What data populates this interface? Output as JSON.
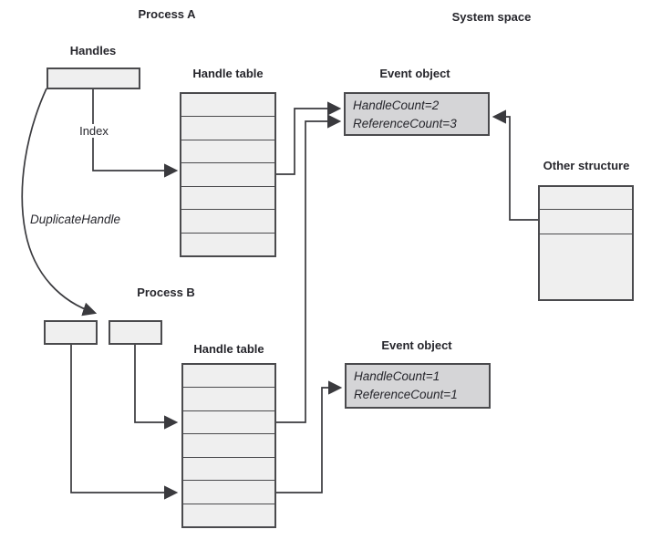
{
  "titles": {
    "process_a": "Process A",
    "system_space": "System space",
    "process_b": "Process B"
  },
  "labels": {
    "handles": "Handles",
    "index": "Index",
    "duplicate_handle": "DuplicateHandle",
    "other_structure": "Other structure"
  },
  "tables": {
    "a": {
      "label": "Handle table",
      "rows": 7
    },
    "b": {
      "label": "Handle table",
      "rows": 7
    }
  },
  "event_a": {
    "label": "Event object",
    "handle_count": "HandleCount=2",
    "reference_count": "ReferenceCount=3"
  },
  "event_b": {
    "label": "Event object",
    "handle_count": "HandleCount=1",
    "reference_count": "ReferenceCount=1"
  },
  "colors": {
    "box-fill": "#efefef",
    "event-fill": "#d5d5d7",
    "border": "#4a4a4d",
    "line": "#3a3a3e",
    "text": "#26262c",
    "bg": "#ffffff"
  }
}
